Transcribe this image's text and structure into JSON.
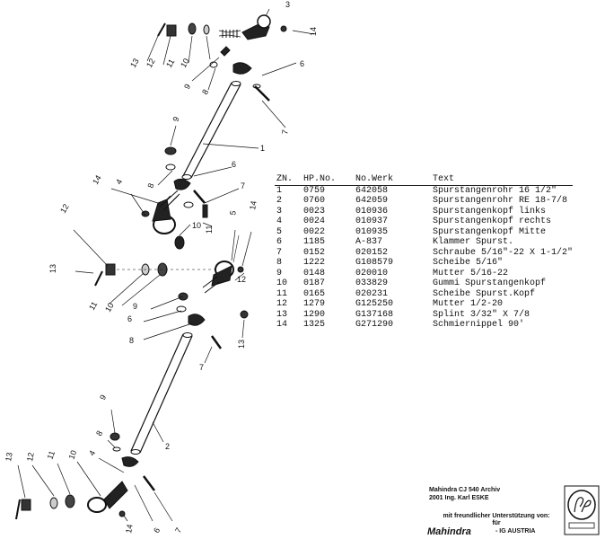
{
  "table": {
    "headers": {
      "zn": "ZN.",
      "hp": "HP.No.",
      "werk": "No.Werk",
      "text": "Text"
    },
    "rows": [
      {
        "zn": "1",
        "hp": "0759",
        "werk": "642058",
        "text": "Spurstangenrohr 16 1/2\""
      },
      {
        "zn": "2",
        "hp": "0760",
        "werk": "642059",
        "text": "Spurstangenrohr RE 18-7/8"
      },
      {
        "zn": "3",
        "hp": "0023",
        "werk": "010936",
        "text": "Spurstangenkopf links"
      },
      {
        "zn": "4",
        "hp": "0024",
        "werk": "010937",
        "text": "Spurstangenkopf rechts"
      },
      {
        "zn": "5",
        "hp": "0022",
        "werk": "010935",
        "text": "Spurstangenkopf Mitte"
      },
      {
        "zn": "6",
        "hp": "1185",
        "werk": "A-837",
        "text": "Klammer Spurst."
      },
      {
        "zn": "7",
        "hp": "0152",
        "werk": "020152",
        "text": "Schraube 5/16\"-22 X 1-1/2\""
      },
      {
        "zn": "8",
        "hp": "1222",
        "werk": "G108579",
        "text": "Scheibe 5/16\""
      },
      {
        "zn": "9",
        "hp": "0148",
        "werk": "020010",
        "text": "Mutter  5/16-22"
      },
      {
        "zn": "10",
        "hp": "0187",
        "werk": "033829",
        "text": "Gummi Spurstangenkopf"
      },
      {
        "zn": "11",
        "hp": "0165",
        "werk": "020231",
        "text": "Scheibe Spurst.Kopf"
      },
      {
        "zn": "12",
        "hp": "1279",
        "werk": "G125250",
        "text": "Mutter 1/2-20"
      },
      {
        "zn": "13",
        "hp": "1290",
        "werk": "G137168",
        "text": "Splint  3/32\" X 7/8"
      },
      {
        "zn": "14",
        "hp": "1325",
        "werk": "G271290",
        "text": "Schmiernippel 90'"
      }
    ]
  },
  "credits": {
    "line1": "Mahindra CJ 540 Archiv",
    "line2": "2001 Ing. Karl ESKE",
    "thanks1": "mit freundlicher Unterstützung von:",
    "thanks2": "für",
    "brand": "Mahindra",
    "org": "- IG AUSTRIA"
  },
  "callouts": [
    "1",
    "2",
    "3",
    "4",
    "5",
    "6",
    "7",
    "8",
    "9",
    "10",
    "11",
    "12",
    "13",
    "14"
  ],
  "colors": {
    "ink": "#111111",
    "paper": "#ffffff"
  }
}
